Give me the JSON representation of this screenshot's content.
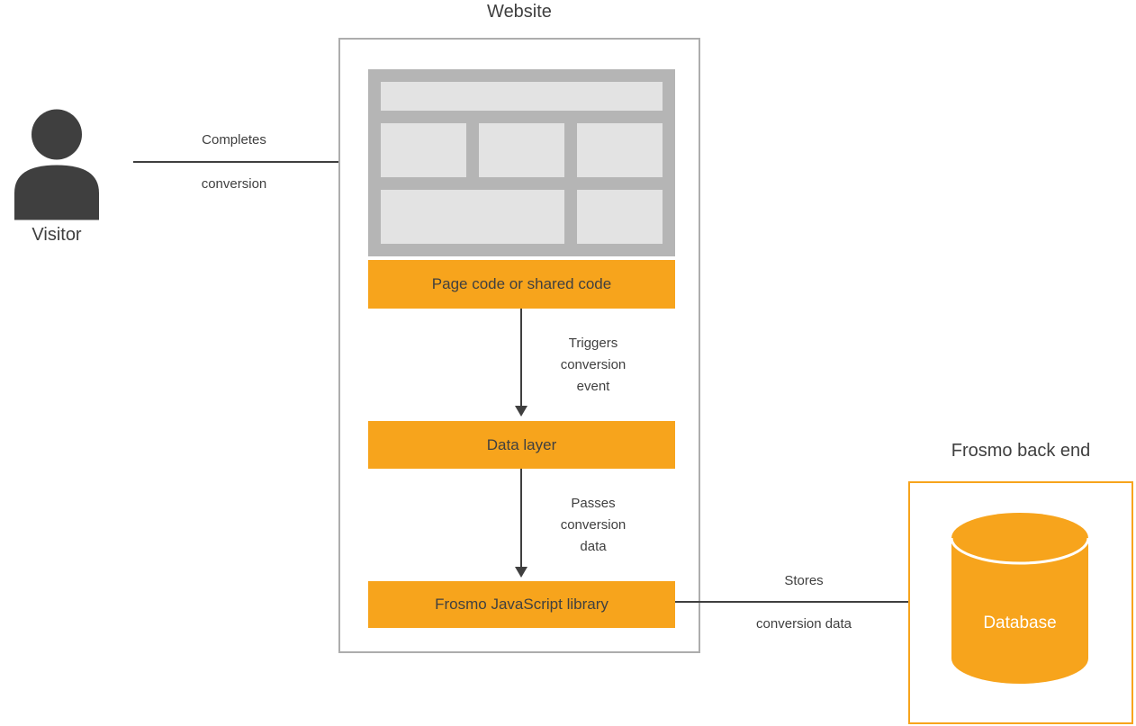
{
  "colors": {
    "orange": "#F7A41C",
    "dark": "#3F3F3F",
    "frame": "#B5B5B5",
    "block": "#E3E3E3",
    "border_gray": "#ADADAD"
  },
  "visitor": {
    "label": "Visitor"
  },
  "visitor_arrow": {
    "line1": "Completes",
    "line2": "conversion"
  },
  "website": {
    "title": "Website",
    "page_code_box": "Page code or shared code",
    "data_layer_box": "Data layer",
    "js_library_box": "Frosmo JavaScript library",
    "triggers_label": {
      "line1": "Triggers",
      "line2": "conversion",
      "line3": "event"
    },
    "passes_label": {
      "line1": "Passes",
      "line2": "conversion",
      "line3": "data"
    }
  },
  "stores_label": {
    "line1": "Stores",
    "line2": "conversion data"
  },
  "backend": {
    "title": "Frosmo back end",
    "database_label": "Database"
  }
}
